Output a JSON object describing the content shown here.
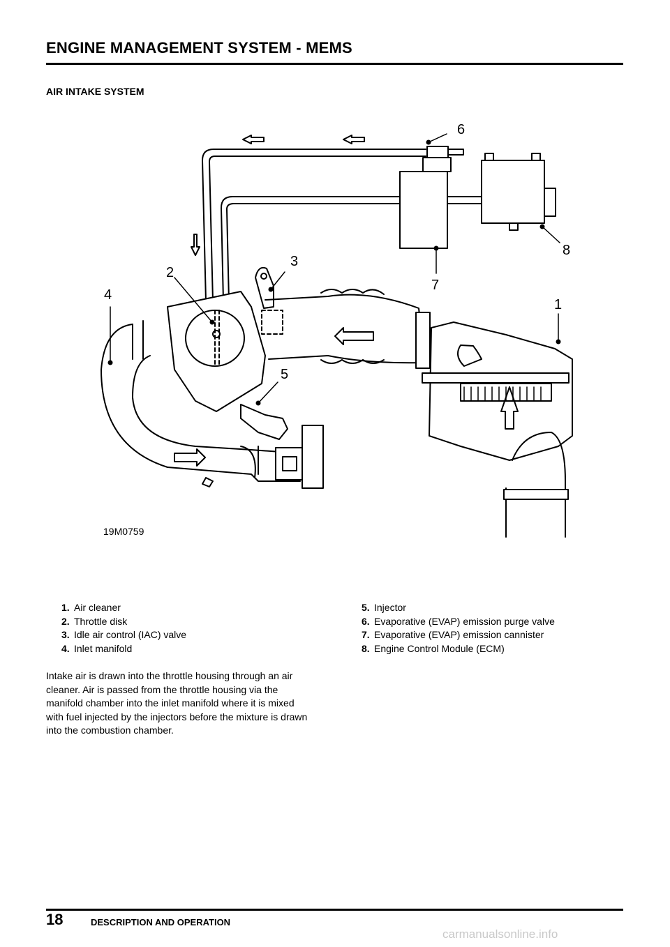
{
  "header": {
    "title": "ENGINE MANAGEMENT SYSTEM - MEMS"
  },
  "section": {
    "heading": "AIR INTAKE SYSTEM"
  },
  "figure": {
    "reference": "19M0759",
    "callouts": [
      "1",
      "2",
      "3",
      "4",
      "5",
      "6",
      "7",
      "8"
    ]
  },
  "legend": {
    "left": [
      {
        "num": "1.",
        "text": "Air cleaner"
      },
      {
        "num": "2.",
        "text": "Throttle disk"
      },
      {
        "num": "3.",
        "text": "Idle air control (IAC) valve"
      },
      {
        "num": "4.",
        "text": "Inlet manifold"
      }
    ],
    "right": [
      {
        "num": "5.",
        "text": "Injector"
      },
      {
        "num": "6.",
        "text": "Evaporative (EVAP) emission purge valve"
      },
      {
        "num": "7.",
        "text": "Evaporative (EVAP) emission cannister"
      },
      {
        "num": "8.",
        "text": "Engine Control Module (ECM)"
      }
    ]
  },
  "body": {
    "paragraph": "Intake air is drawn into the throttle housing through an air cleaner. Air is passed from the throttle housing via the manifold chamber into the inlet manifold where it is mixed with fuel injected by the injectors before the mixture is drawn into the combustion chamber."
  },
  "footer": {
    "page_number": "18",
    "section": "DESCRIPTION AND OPERATION",
    "watermark": "carmanualsonline.info"
  }
}
